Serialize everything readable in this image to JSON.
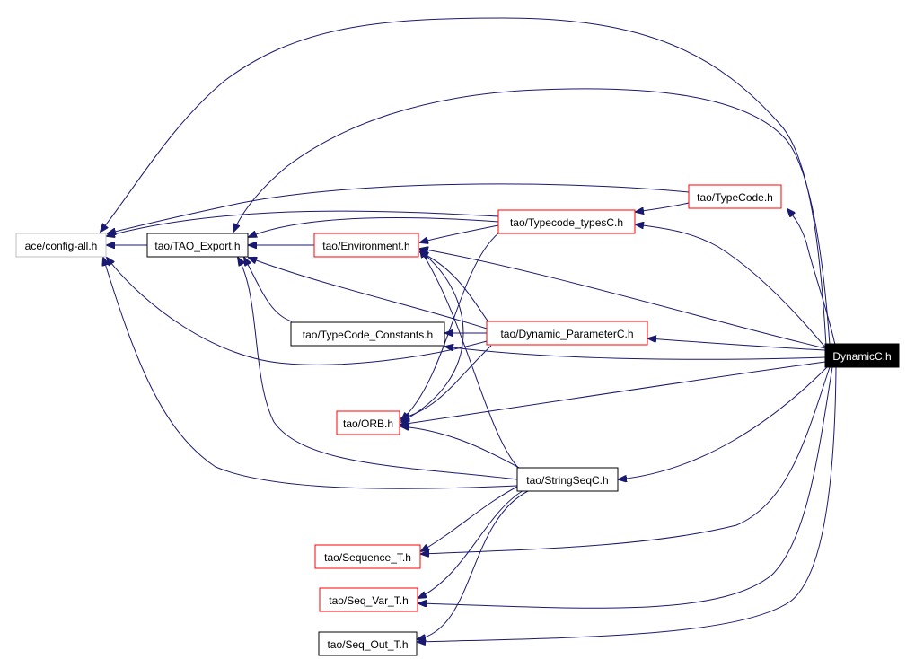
{
  "diagram": {
    "colors": {
      "edge": "#191970",
      "documented_border": "#000000",
      "undocumented_border": "#ff0000",
      "external_border": "#bfbfbf",
      "focus_fill": "#000000",
      "focus_text": "#ffffff"
    },
    "nodes": [
      {
        "id": "config_all",
        "label": "ace/config-all.h",
        "kind": "external"
      },
      {
        "id": "tao_export",
        "label": "tao/TAO_Export.h",
        "kind": "documented"
      },
      {
        "id": "environment",
        "label": "tao/Environment.h",
        "kind": "undocumented"
      },
      {
        "id": "typecode_typesc",
        "label": "tao/Typecode_typesC.h",
        "kind": "undocumented"
      },
      {
        "id": "typecode",
        "label": "tao/TypeCode.h",
        "kind": "undocumented"
      },
      {
        "id": "typecode_constants",
        "label": "tao/TypeCode_Constants.h",
        "kind": "documented"
      },
      {
        "id": "dynamic_parameterc",
        "label": "tao/Dynamic_ParameterC.h",
        "kind": "undocumented"
      },
      {
        "id": "dynamicc",
        "label": "DynamicC.h",
        "kind": "focus"
      },
      {
        "id": "orb",
        "label": "tao/ORB.h",
        "kind": "undocumented"
      },
      {
        "id": "stringseqc",
        "label": "tao/StringSeqC.h",
        "kind": "documented"
      },
      {
        "id": "sequence_t",
        "label": "tao/Sequence_T.h",
        "kind": "undocumented"
      },
      {
        "id": "seq_var_t",
        "label": "tao/Seq_Var_T.h",
        "kind": "undocumented"
      },
      {
        "id": "seq_out_t",
        "label": "tao/Seq_Out_T.h",
        "kind": "documented"
      }
    ],
    "edges": [
      {
        "from": "dynamicc",
        "to": "config_all"
      },
      {
        "from": "dynamicc",
        "to": "tao_export"
      },
      {
        "from": "dynamicc",
        "to": "typecode"
      },
      {
        "from": "dynamicc",
        "to": "typecode_typesc"
      },
      {
        "from": "dynamicc",
        "to": "environment"
      },
      {
        "from": "dynamicc",
        "to": "dynamic_parameterc"
      },
      {
        "from": "dynamicc",
        "to": "typecode_constants"
      },
      {
        "from": "dynamicc",
        "to": "orb"
      },
      {
        "from": "dynamicc",
        "to": "stringseqc"
      },
      {
        "from": "dynamicc",
        "to": "sequence_t"
      },
      {
        "from": "dynamicc",
        "to": "seq_var_t"
      },
      {
        "from": "dynamicc",
        "to": "seq_out_t"
      },
      {
        "from": "tao_export",
        "to": "config_all"
      },
      {
        "from": "environment",
        "to": "tao_export"
      },
      {
        "from": "environment",
        "to": "orb"
      },
      {
        "from": "typecode",
        "to": "config_all"
      },
      {
        "from": "typecode",
        "to": "typecode_typesc"
      },
      {
        "from": "typecode_typesc",
        "to": "config_all"
      },
      {
        "from": "typecode_typesc",
        "to": "tao_export"
      },
      {
        "from": "typecode_typesc",
        "to": "environment"
      },
      {
        "from": "typecode_typesc",
        "to": "orb"
      },
      {
        "from": "typecode_constants",
        "to": "tao_export"
      },
      {
        "from": "dynamic_parameterc",
        "to": "config_all"
      },
      {
        "from": "dynamic_parameterc",
        "to": "tao_export"
      },
      {
        "from": "dynamic_parameterc",
        "to": "typecode_constants"
      },
      {
        "from": "dynamic_parameterc",
        "to": "environment"
      },
      {
        "from": "dynamic_parameterc",
        "to": "orb"
      },
      {
        "from": "stringseqc",
        "to": "config_all"
      },
      {
        "from": "stringseqc",
        "to": "tao_export"
      },
      {
        "from": "stringseqc",
        "to": "environment"
      },
      {
        "from": "stringseqc",
        "to": "orb"
      },
      {
        "from": "stringseqc",
        "to": "sequence_t"
      },
      {
        "from": "stringseqc",
        "to": "seq_var_t"
      },
      {
        "from": "stringseqc",
        "to": "seq_out_t"
      }
    ]
  }
}
